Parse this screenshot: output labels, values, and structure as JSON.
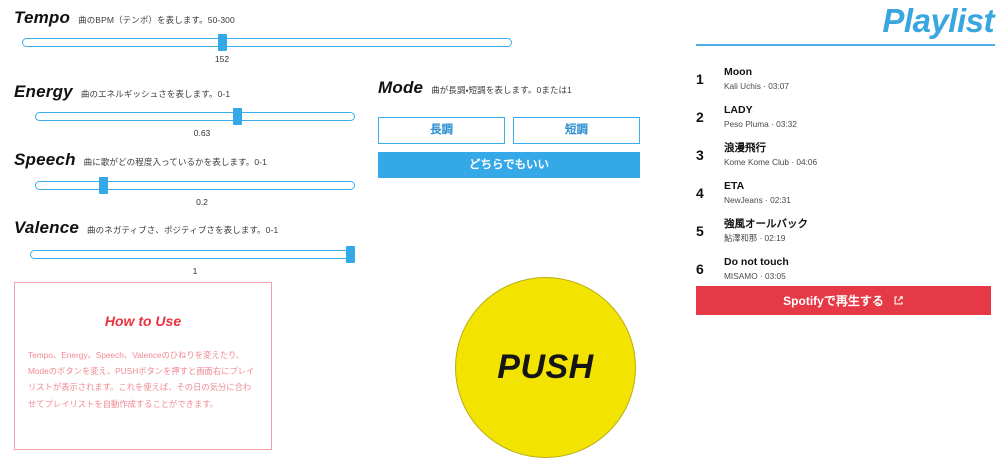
{
  "params": [
    {
      "name": "Tempo",
      "description": "曲のBPM（テンポ）を表します。50-300",
      "value": "152",
      "min": 50,
      "max": 300,
      "percent": 41
    },
    {
      "name": "Energy",
      "description": "曲のエネルギッシュさを表します。0-1",
      "value": "0.63",
      "min": 0,
      "max": 1,
      "percent": 63
    },
    {
      "name": "Speech",
      "description": "曲に歌がどの程度入っているかを表します。0-1",
      "value": "0.2",
      "min": 0,
      "max": 1,
      "percent": 20
    },
    {
      "name": "Valence",
      "description": "曲のネガティブさ、ポジティブさを表します。0-1",
      "value": "1",
      "min": 0,
      "max": 1,
      "percent": 100
    }
  ],
  "mode": {
    "title": "Mode",
    "description": "曲が長調・短調を表します。0または1",
    "major_label": "長調",
    "minor_label": "短調",
    "any_label": "どちらでもいい"
  },
  "howto": {
    "title": "How to Use",
    "body": "Tempo、Energy、Speech、Valenceのひねりを変えたり、Modeのボタンを変え、PUSHボタンを押すと画面右にプレイリストが表示されます。これを使えば、その日の気分に合わせてプレイリストを自動作成することができます。"
  },
  "push": {
    "label": "PUSH"
  },
  "playlist": {
    "title": "Playlist",
    "tracks": [
      {
        "num": "1",
        "name": "Moon",
        "sub": "Kali Uchis · 03:07"
      },
      {
        "num": "2",
        "name": "LADY",
        "sub": "Peso Pluma · 03:32"
      },
      {
        "num": "3",
        "name": "浪漫飛行",
        "sub": "Kome Kome Club · 04:06"
      },
      {
        "num": "4",
        "name": "ETA",
        "sub": "NewJeans · 02:31"
      },
      {
        "num": "5",
        "name": "強風オールバック",
        "sub": "鮎澤和那 · 02:19"
      },
      {
        "num": "6",
        "name": "Do not touch",
        "sub": "MISAMO · 03:05"
      }
    ],
    "spotify_button": "Spotifyで再生する"
  },
  "colors": {
    "accent_blue": "#35a8e8",
    "title_blue": "#3aa6e0",
    "push_yellow": "#f2e400",
    "spotify_red": "#e63946",
    "howto_pink": "#f08a93",
    "howto_title_red": "#e8313f",
    "green_edge": "#9ed17a"
  }
}
